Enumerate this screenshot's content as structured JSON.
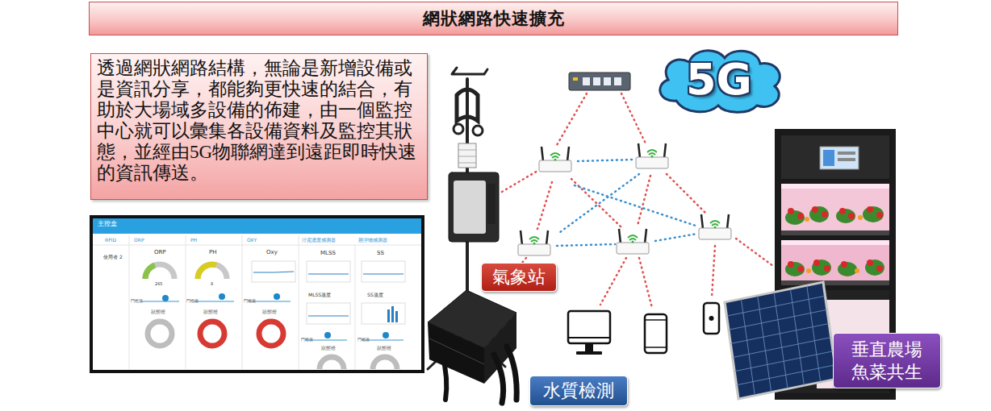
{
  "diagram": {
    "title": "網狀網路快速擴充",
    "nodes": [
      {
        "text": [
          "透過網狀網路結構，無論是新增設備或是資訊分享，都能夠更快速的結合，有助於大場域多設備的佈建，由一個監控中心就可以彙集各設備資料及監控其狀態，並經由5G物聯網達到遠距即時快速的資訊傳送。"
        ]
      },
      {
        "text": [
          "5G"
        ]
      },
      {
        "text": [
          "氣象站"
        ]
      },
      {
        "text": [
          "垂直農場 魚菜共生"
        ]
      },
      {
        "text": [
          "水質檢測"
        ]
      }
    ],
    "labels": [
      "主控盒",
      "RFID",
      "ORP",
      "PH",
      "OXY",
      "汙泥濃度感測器",
      "懸浮物感測器",
      "使用者 2",
      "ORP",
      "PH",
      "Oxy",
      "MLSS",
      "SS",
      "265",
      "8",
      "MLSS溫度",
      "SS溫度",
      "門檻值",
      "門檻值",
      "門檻值",
      "門檻值",
      "門檻值",
      "狀態燈",
      "狀態燈",
      "狀態燈",
      "狀態燈",
      "狀態燈"
    ]
  }
}
